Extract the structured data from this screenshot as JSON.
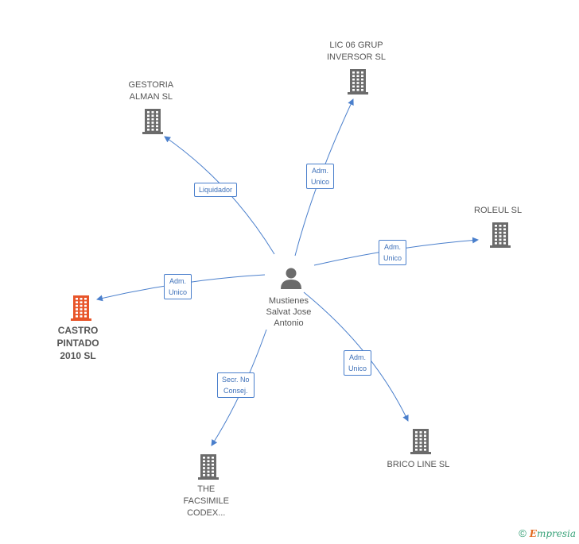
{
  "center": {
    "label_lines": [
      "Mustienes",
      "Salvat Jose",
      "Antonio"
    ],
    "icon": "person-icon"
  },
  "companies": [
    {
      "id": "lic06",
      "label_lines": [
        "LIC 06 GRUP",
        "INVERSOR SL"
      ],
      "icon": "building-icon",
      "focus": false
    },
    {
      "id": "gestoria",
      "label_lines": [
        "GESTORIA",
        "ALMAN SL"
      ],
      "icon": "building-icon",
      "focus": false
    },
    {
      "id": "roleul",
      "label_lines": [
        "ROLEUL SL"
      ],
      "icon": "building-icon",
      "focus": false
    },
    {
      "id": "castro",
      "label_lines": [
        "CASTRO",
        "PINTADO",
        "2010 SL"
      ],
      "icon": "building-icon",
      "focus": true
    },
    {
      "id": "brico",
      "label_lines": [
        "BRICO LINE SL"
      ],
      "icon": "building-icon",
      "focus": false
    },
    {
      "id": "facsimile",
      "label_lines": [
        "THE",
        "FACSIMILE",
        "CODEX..."
      ],
      "icon": "building-icon",
      "focus": false
    }
  ],
  "edges": [
    {
      "to": "lic06",
      "label_lines": [
        "Adm.",
        "Unico"
      ]
    },
    {
      "to": "gestoria",
      "label_lines": [
        "Liquidador"
      ]
    },
    {
      "to": "roleul",
      "label_lines": [
        "Adm.",
        "Unico"
      ]
    },
    {
      "to": "castro",
      "label_lines": [
        "Adm.",
        "Unico"
      ]
    },
    {
      "to": "brico",
      "label_lines": [
        "Adm.",
        "Unico"
      ]
    },
    {
      "to": "facsimile",
      "label_lines": [
        "Secr.  No",
        "Consej."
      ]
    }
  ],
  "colors": {
    "edge": "#4a7fcc",
    "building": "#6b6b6b",
    "building_focus": "#e8552a",
    "person": "#6b6b6b"
  },
  "footer": {
    "copyright": "©",
    "brand_initial": "E",
    "brand_rest": "mpresia"
  }
}
